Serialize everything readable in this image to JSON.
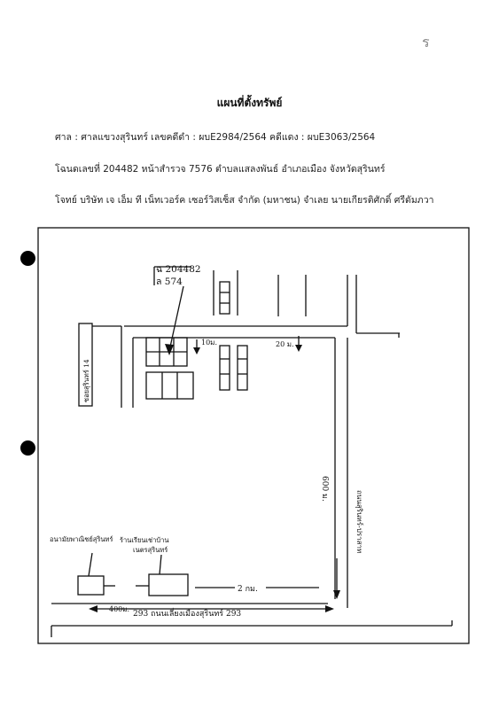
{
  "page_mark": "ร",
  "title": "แผนที่ตั้งทรัพย์",
  "court_line": "ศาล : ศาลแขวงสุรินทร์ เลขคดีดำ :  ผบE2984/2564  คดีแดง : ผบE3063/2564",
  "deed_line": "โฉนดเลขที่ 204482 หน้าสำรวจ 7576 ตำบลแสลงพันธ์ อำเภอเมือง จังหวัดสุรินทร์",
  "parties_line": "โจทย์ บริษัท เจ เอ็ม ที เน็ทเวอร์ค เซอร์วิสเซ็ส จำกัด (มหาชน) จำเลย นายเกียรติศักดิ์ ศรีดัมภวา",
  "map": {
    "deed_label": "ฉ 204482",
    "survey_label": "ล 574",
    "dist_left": "10ม.",
    "dist_right": "20 ม.",
    "dist_vertical": "600 ม.",
    "road_side": "ซอยสุรินทร์ 14",
    "road_right": "ถนนสุรินทร์-ปราสาท",
    "road_bottom": "293  ถนนเลี่ยงเมืองสุรินทร์  293",
    "dist_bottom_mid": "400ม.",
    "dist_bottom_right": "2 กม.",
    "landmark_left": "อนามัยพาณิชย์สุรินทร์",
    "landmark_right": "ร้านเรียนเช่าบ้าน",
    "landmark_right_sub": "เนตรสุรินทร์"
  }
}
